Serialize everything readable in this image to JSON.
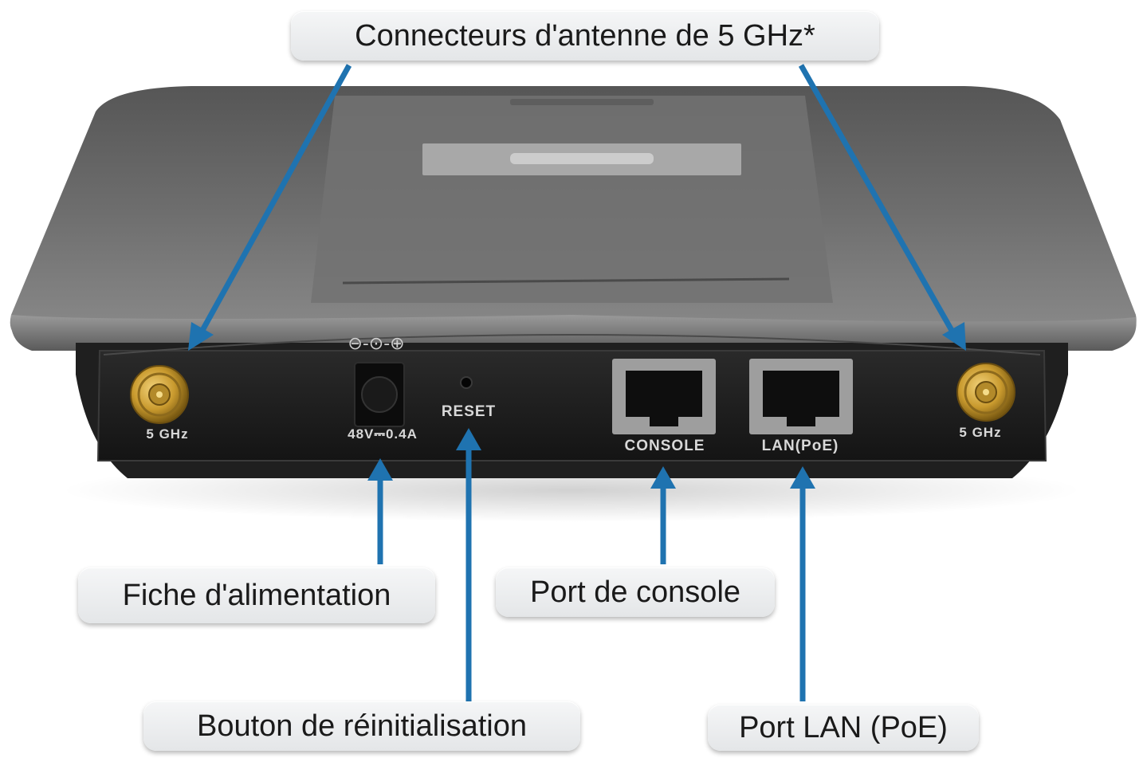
{
  "callouts": {
    "antenna": "Connecteurs d'antenne de 5 GHz*",
    "power": "Fiche d'alimentation",
    "console": "Port de console",
    "reset": "Bouton de réinitialisation",
    "lan": "Port LAN (PoE)"
  },
  "device_labels": {
    "antenna_left": "5 GHz",
    "antenna_right": "5 GHz",
    "power_rating": "48V⎓0.4A",
    "reset": "RESET",
    "console": "CONSOLE",
    "lan": "LAN(PoE)"
  },
  "colors": {
    "arrow": "#1f73b0",
    "housing_top": "#6d6d6d",
    "panel": "#1d1d1d",
    "connector_gold": "#c99a2e"
  }
}
